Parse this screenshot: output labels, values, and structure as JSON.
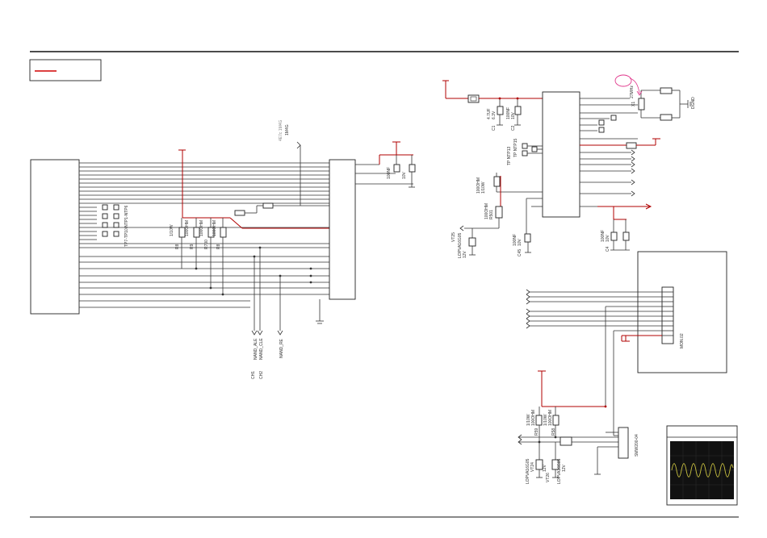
{
  "labels": {
    "cap_470": "4.7UF",
    "cap_470_v": "6.3V",
    "c1": "C1",
    "cap_100nf": "100NF",
    "v10": "10V",
    "c2": "C2",
    "xtal_freq": "27MHz",
    "xtal_ref": "X1",
    "dgnd": "DGND",
    "tp_ntp13": "TP NTP13",
    "tp_ntp15": "TP NTP15",
    "res_100ohm": "100OHM",
    "res_1_10w": "1/10W",
    "r501": "R501",
    "vt25": "VT25",
    "lopva": "LOPVA16G05",
    "v12": "12V",
    "c45": "C45",
    "c4": "C4",
    "nand_ale": "NAND_ALE",
    "nand_cle": "NAND_CLE",
    "nand_re": "NAND_RE",
    "net_ee": "4E7c 1M4G",
    "net_1m4g": "1M4G",
    "r8": "R8",
    "r9": "R9",
    "r700": "R700",
    "r8b": "R8",
    "ch1": "CH1",
    "ch2": "CH2",
    "r59": "R59",
    "r58": "R58",
    "vt24": "VT24",
    "vt26": "VT26",
    "mon": "MON.02",
    "smw": "SMW200-04",
    "tp_list": "TP7-TP10 NTP1-NTP6"
  },
  "colors": {
    "wire": "#333333",
    "highlight": "#b00000",
    "marker": "#e0348a",
    "scope_bg": "#111111",
    "scope_trace": "#c8c040"
  }
}
